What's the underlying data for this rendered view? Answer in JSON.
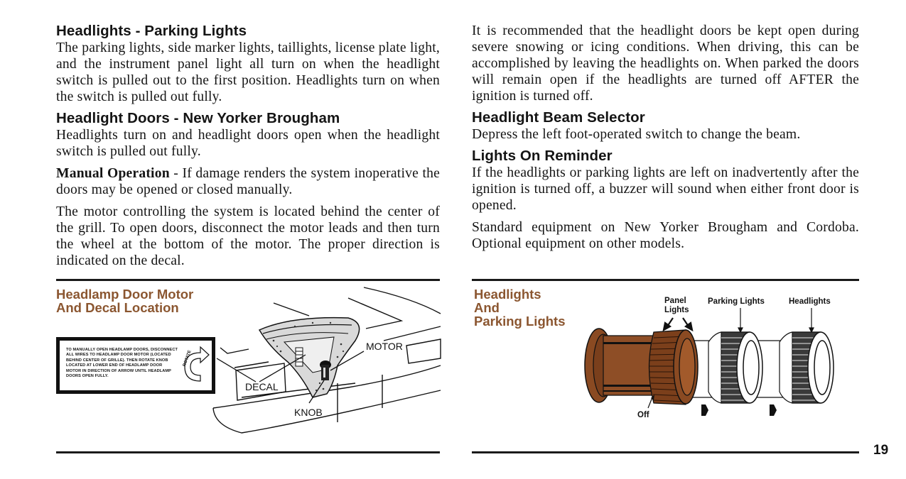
{
  "page": {
    "number": "19",
    "accent_color": "#8b5630",
    "knob_color": "#8a4a22"
  },
  "left": {
    "sections": [
      {
        "heading": "Headlights - Parking Lights",
        "paragraphs": [
          "The parking lights, side marker lights, taillights, license plate light, and the instrument panel light all turn on when the headlight switch is pulled out to the first position. Headlights turn on when the switch is pulled out fully."
        ]
      },
      {
        "heading": "Headlight Doors - New Yorker Brougham",
        "paragraphs": [
          "Headlights turn on and headlight doors open when the headlight switch is pulled out fully."
        ],
        "manual_operation": {
          "label": "Manual Operation",
          "text": " - If damage renders the system inoperative the doors may be opened or closed manually."
        },
        "motor_paragraph": "The motor controlling the system is located behind the center of the grill. To open doors, disconnect the motor leads and then turn the wheel at the bottom of the motor. The proper direction is indicated on the decal."
      }
    ],
    "figure": {
      "title_line1": "Headlamp Door Motor",
      "title_line2": "And Decal Location",
      "decal_text": "To manually open headlamp doors, disconnect all wires to headlamp door motor (located behind center of grille). Then rotate knob located at lower end of headlamp door motor in direction of arrow until headlamp doors open fully.",
      "decal_arrow_label": "ROTATE",
      "callouts": {
        "motor": "MOTOR",
        "decal": "DECAL",
        "knob": "KNOB"
      }
    }
  },
  "right": {
    "intro_paragraph": "It is recommended that the headlight doors be kept open during severe snowing or icing conditions. When driving, this can be accomplished by leaving the headlights on. When parked the doors will remain open if the headlights are turned off AFTER the ignition is turned off.",
    "sections": [
      {
        "heading": "Headlight Beam Selector",
        "paragraphs": [
          "Depress the left foot-operated switch to change the beam."
        ]
      },
      {
        "heading": "Lights On Reminder",
        "paragraphs": [
          "If the headlights or parking lights are left on inadvertently after the ignition is turned off, a buzzer will sound when either front door is opened.",
          "Standard equipment on New Yorker Brougham and Cordoba. Optional equipment on other models."
        ]
      }
    ],
    "figure": {
      "title_line1": "Headlights",
      "title_line2": "And",
      "title_line3": "Parking Lights",
      "callouts": {
        "panel_lights_1": "Panel",
        "panel_lights_2": "Lights",
        "parking_lights": "Parking Lights",
        "headlights": "Headlights",
        "off": "Off"
      }
    }
  }
}
